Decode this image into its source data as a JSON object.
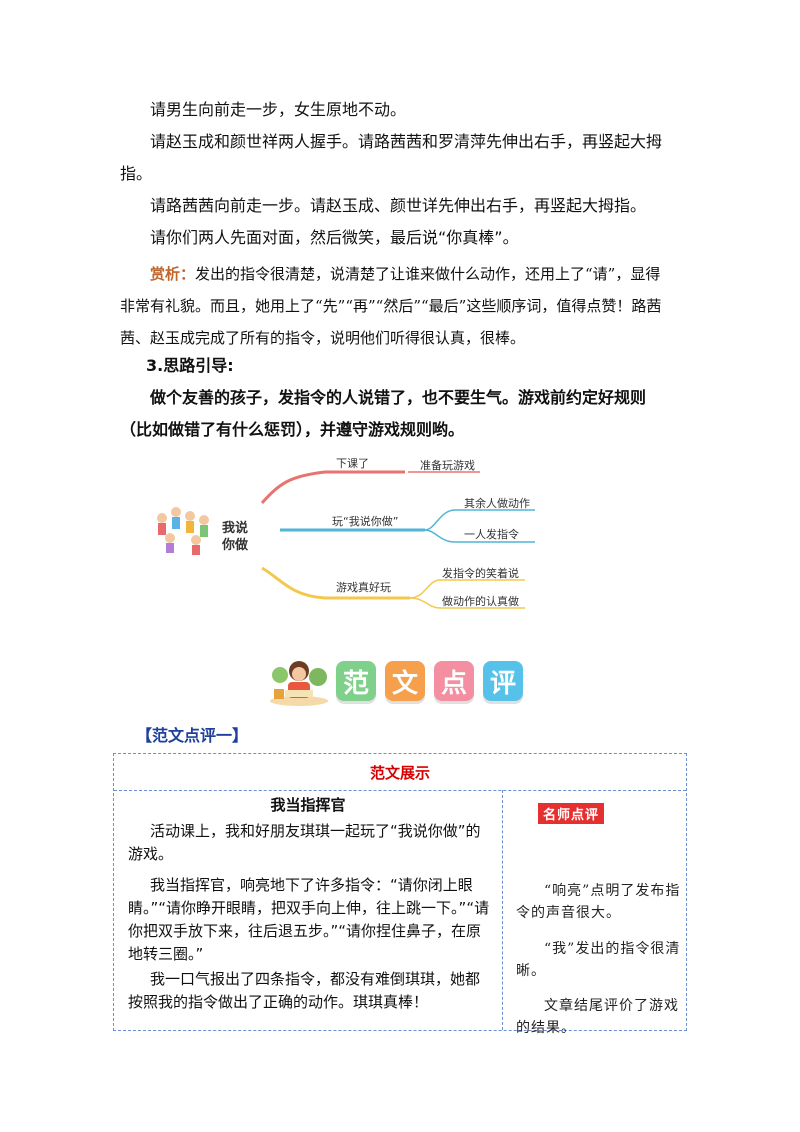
{
  "intro_paragraphs": [
    "请男生向前走一步，女生原地不动。",
    "请赵玉成和颜世祥两人握手。请路茜茜和罗清萍先伸出右手，再竖起大拇指。",
    "请路茜茜向前走一步。请赵玉成、颜世详先伸出右手，再竖起大拇指。",
    "请你们两人先面对面，然后微笑，最后说“你真棒”。"
  ],
  "appreciation": {
    "label": "赏析：",
    "text": "发出的指令很清楚，说清楚了让谁来做什么动作，还用上了“请”，显得非常有礼貌。而且，她用上了“先”“再”“然后”“最后”这些顺序词，值得点赞！路茜茜、赵玉成完成了所有的指令，说明他们听得很认真，很棒。"
  },
  "guide": {
    "heading": "3.思路引导:",
    "text": "做个友善的孩子，发指令的人说错了，也不要生气。游戏前约定好规则（比如做错了有什么惩罚），并遵守游戏规则哟。"
  },
  "mindmap": {
    "root": [
      "我说",
      "你做"
    ],
    "branches": [
      {
        "label": "下课了",
        "leaves": [
          "准备玩游戏"
        ],
        "color": "#e8736f"
      },
      {
        "label": "玩“我说你做”",
        "leaves": [
          "其余人做动作",
          "一人发指令"
        ],
        "color": "#4fb6d6"
      },
      {
        "label": "游戏真好玩",
        "leaves": [
          "发指令的笑着说",
          "做动作的认真做"
        ],
        "color": "#f2c94c"
      }
    ]
  },
  "banner": {
    "chars": [
      "范",
      "文",
      "点",
      "评"
    ],
    "colors": [
      "#7ed08a",
      "#f6a04d",
      "#f38fa0",
      "#56c2ea"
    ]
  },
  "section_label": "【范文点评一】",
  "table": {
    "header": "范文展示",
    "essay_title": "我当指挥官",
    "essay_paragraphs": [
      "活动课上，我和好朋友琪琪一起玩了“我说你做”的游戏。",
      "我当指挥官，响亮地下了许多指令：“请你闭上眼睛。”“请你睁开眼睛，把双手向上伸，往上跳一下。”“请你把双手放下来，往后退五步。”“请你捏住鼻子，在原地转三圈。”",
      "我一口气报出了四条指令，都没有难倒琪琪，她都按照我的指令做出了正确的动作。琪琪真棒！"
    ],
    "teacher_badge": "名师点评",
    "comments": [
      "“响亮”点明了发布指令的声音很大。",
      "“我”发出的指令很清晰。",
      "文章结尾评价了游戏的结果。"
    ]
  }
}
